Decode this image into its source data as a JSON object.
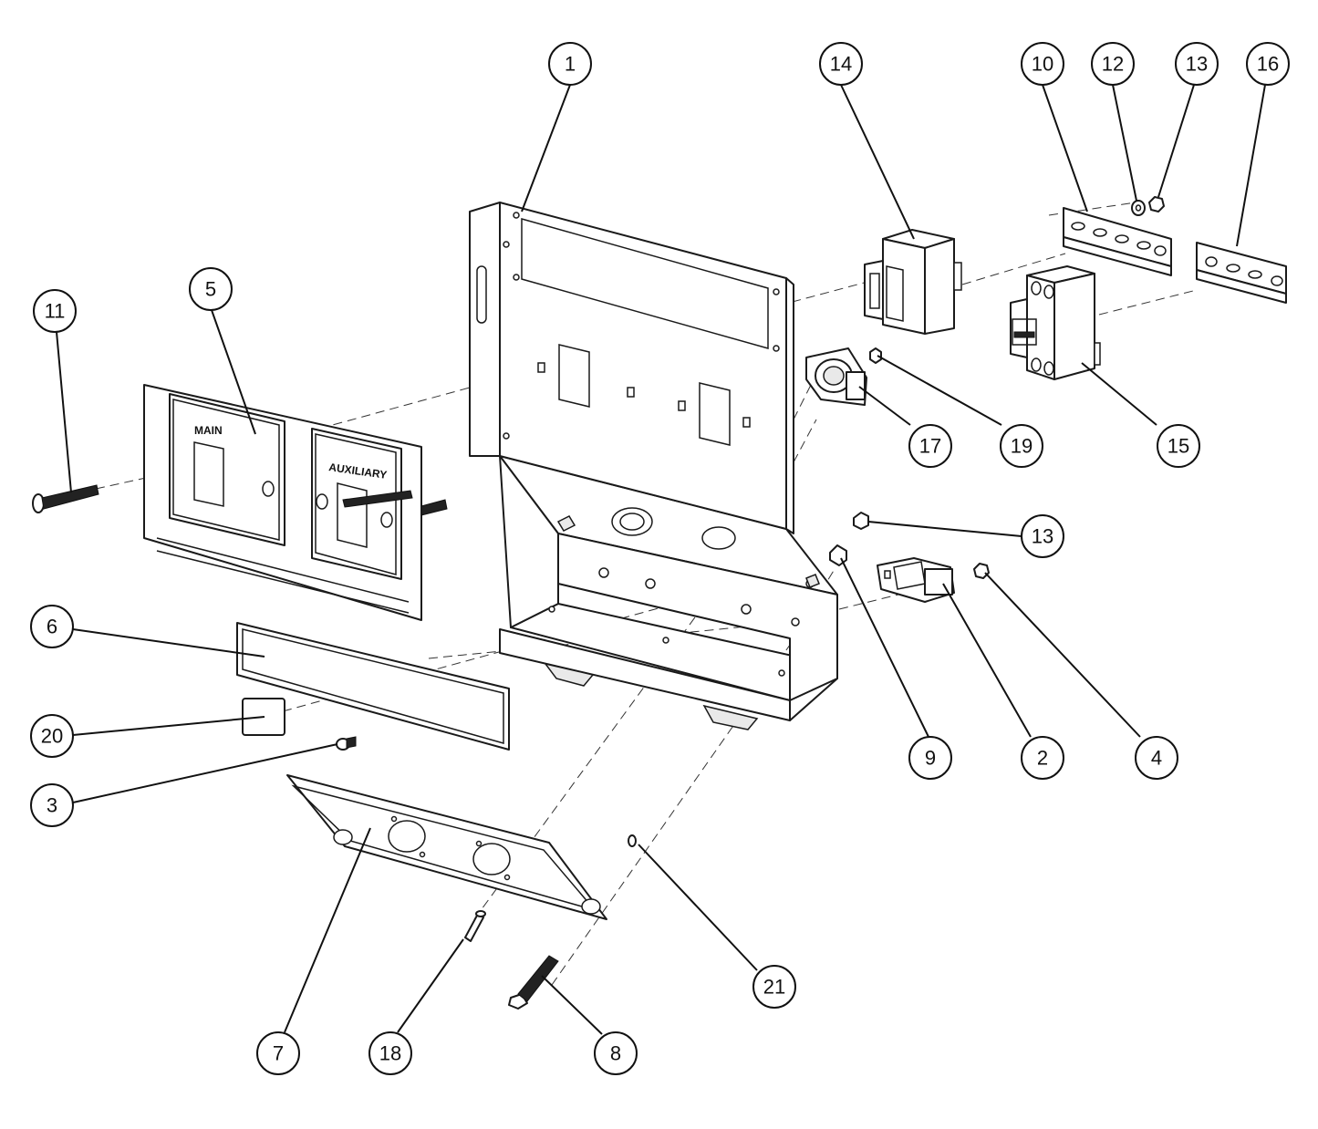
{
  "panel_labels": {
    "main": "MAIN",
    "auxiliary": "AUXILIARY"
  },
  "callouts": [
    {
      "id": "1",
      "label": "1"
    },
    {
      "id": "2",
      "label": "2"
    },
    {
      "id": "3",
      "label": "3"
    },
    {
      "id": "4",
      "label": "4"
    },
    {
      "id": "5",
      "label": "5"
    },
    {
      "id": "6",
      "label": "6"
    },
    {
      "id": "7",
      "label": "7"
    },
    {
      "id": "8",
      "label": "8"
    },
    {
      "id": "9",
      "label": "9"
    },
    {
      "id": "10",
      "label": "10"
    },
    {
      "id": "11",
      "label": "11"
    },
    {
      "id": "12",
      "label": "12"
    },
    {
      "id": "13a",
      "label": "13"
    },
    {
      "id": "13b",
      "label": "13"
    },
    {
      "id": "14",
      "label": "14"
    },
    {
      "id": "15",
      "label": "15"
    },
    {
      "id": "16",
      "label": "16"
    },
    {
      "id": "17",
      "label": "17"
    },
    {
      "id": "18",
      "label": "18"
    },
    {
      "id": "19",
      "label": "19"
    },
    {
      "id": "20",
      "label": "20"
    },
    {
      "id": "21",
      "label": "21"
    }
  ]
}
